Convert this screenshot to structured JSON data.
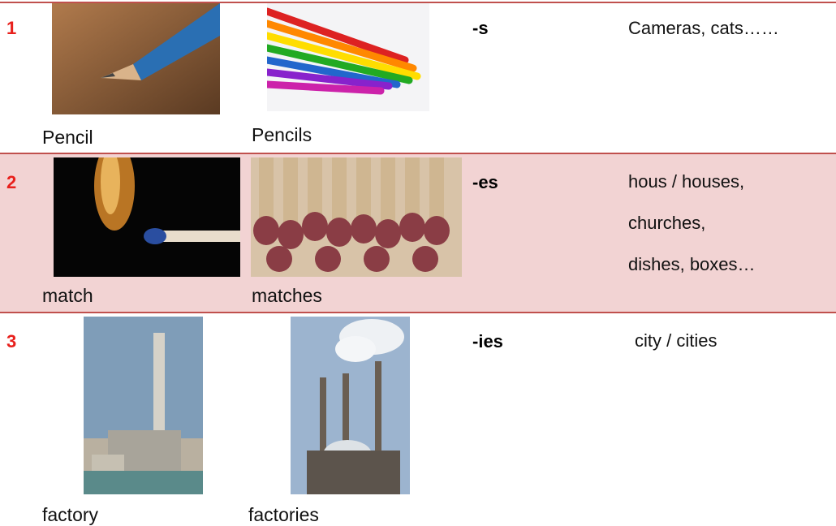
{
  "rows": [
    {
      "number": "1",
      "singular": "Pencil",
      "plural": "Pencils",
      "suffix": "-s",
      "examples": [
        "Cameras, cats……"
      ]
    },
    {
      "number": "2",
      "singular": "match",
      "plural": "matches",
      "suffix": "-es",
      "examples": [
        "hous / houses,",
        "churches,",
        "dishes, boxes…"
      ]
    },
    {
      "number": "3",
      "singular": "factory",
      "plural": "factories",
      "suffix": "-ies",
      "examples": [
        "city / cities"
      ]
    }
  ],
  "colors": {
    "accent": "#c0504d",
    "row_tint": "#f2d3d3",
    "number": "#e8201c"
  }
}
